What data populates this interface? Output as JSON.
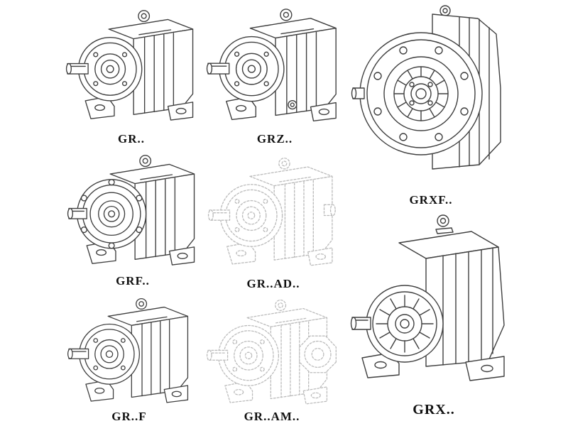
{
  "catalog": {
    "description": "Helical gear reducer series catalog drawings",
    "items": [
      {
        "id": "gr",
        "label": "GR..",
        "style": "solid",
        "view": "isometric foot-mounted reducer, input shaft left"
      },
      {
        "id": "grz",
        "label": "GRZ..",
        "style": "solid",
        "view": "isometric foot-mounted reducer, chamfered housing"
      },
      {
        "id": "grxf",
        "label": "GRXF..",
        "style": "solid",
        "view": "front flange-mounted reducer, large bolt-hole flange"
      },
      {
        "id": "grf",
        "label": "GRF..",
        "style": "solid",
        "view": "isometric flange-mounted reducer"
      },
      {
        "id": "grad",
        "label": "GR..AD..",
        "style": "ghost-dashed",
        "view": "isometric reducer with input adapter stub"
      },
      {
        "id": "grff",
        "label": "GR..F",
        "style": "solid",
        "view": "isometric foot-mounted reducer"
      },
      {
        "id": "gram",
        "label": "GR..AM..",
        "style": "ghost-dashed",
        "view": "isometric reducer with motor mounting flange"
      },
      {
        "id": "grx",
        "label": "GRX..",
        "style": "solid",
        "view": "large isometric foot-mounted reducer, ribbed hub"
      }
    ],
    "colors": {
      "line": "#3f3f3f",
      "ghost_line": "#bcbcbc",
      "background": "#ffffff",
      "label": "#111111"
    }
  }
}
